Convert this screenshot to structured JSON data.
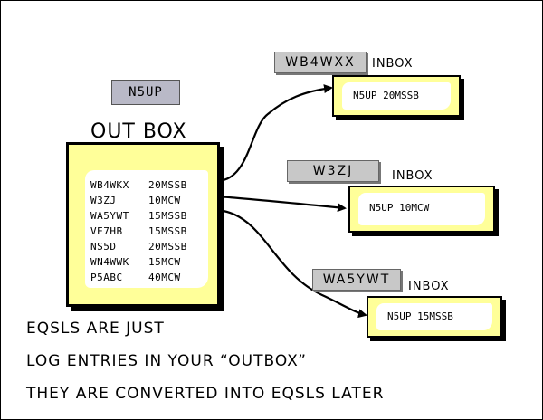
{
  "diagram": {
    "sender_callsign": "N5UP",
    "outbox_title": "OUT BOX",
    "outbox_entries": [
      {
        "call": "WB4WKX",
        "info": "20MSSB"
      },
      {
        "call": "W3ZJ",
        "info": "10MCW"
      },
      {
        "call": "WA5YWT",
        "info": "15MSSB"
      },
      {
        "call": "VE7HB",
        "info": "15MSSB"
      },
      {
        "call": "NS5D",
        "info": "20MSSB"
      },
      {
        "call": "WN4WWK",
        "info": "15MCW"
      },
      {
        "call": "P5ABC",
        "info": "40MCW"
      }
    ],
    "inboxes": [
      {
        "callsign": "WB4WXX",
        "label": "INBOX",
        "entry": "N5UP 20MSSB"
      },
      {
        "callsign": "W3ZJ",
        "label": "INBOX",
        "entry": "N5UP 10MCW"
      },
      {
        "callsign": "WA5YWT",
        "label": "INBOX",
        "entry": "N5UP 15MSSB"
      }
    ],
    "caption_lines": [
      "EQSLS ARE JUST",
      "LOG ENTRIES IN YOUR “OUTBOX”",
      "THEY ARE CONVERTED INTO EQSLS LATER"
    ]
  },
  "colors": {
    "box_fill": "#ffff99",
    "sender_tag": "#b9b9c7",
    "receiver_tag": "#c8c8c8",
    "ink": "#000000"
  }
}
